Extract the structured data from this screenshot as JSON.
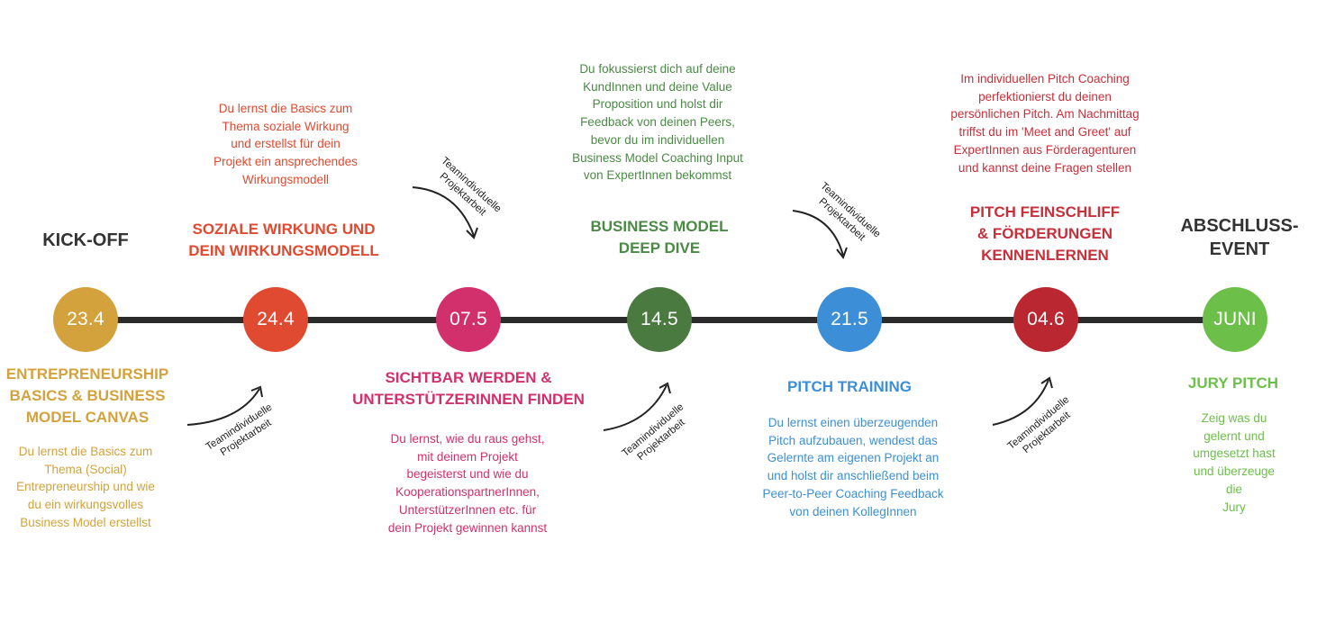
{
  "milestones": [
    {
      "date": "23.4",
      "color": "#D4A23C",
      "title": "ENTREPRENEURSHIP\nBASICS & BUSINESS\nMODEL CANVAS",
      "title_color": "#D4A23C",
      "desc": "Du lernst die Basics zum\nThema (Social)\nEntrepreneurship und wie\ndu ein wirkungsvolles\nBusiness Model erstellst",
      "desc_color": "#D4A23C"
    },
    {
      "date": "24.4",
      "color": "#E04A30",
      "title": "SOZIALE WIRKUNG UND\nDEIN WIRKUNGSMODELL",
      "title_color": "#E04A30",
      "desc": "Du lernst die Basics zum\nThema soziale Wirkung\nund erstellst für dein\nProjekt ein ansprechendes\nWirkungsmodell",
      "desc_color": "#E04A30"
    },
    {
      "date": "07.5",
      "color": "#D1306D",
      "title": "SICHTBAR WERDEN &\nUNTERSTÜTZERINNEN FINDEN",
      "title_color": "#D1306D",
      "desc": "Du lernst, wie du raus gehst,\nmit deinem Projekt\nbegeisterst und wie du\nKooperationspartnerInnen,\nUnterstützerInnen etc. für\ndein Projekt gewinnen kannst",
      "desc_color": "#D1306D"
    },
    {
      "date": "14.5",
      "color": "#4A7A40",
      "title": "BUSINESS MODEL\nDEEP DIVE",
      "title_color": "#4A8A45",
      "desc": "Du fokussierst dich auf deine\nKundInnen und deine Value\nProposition und holst dir\nFeedback von deinen Peers,\nbevor du im individuellen\nBusiness Model Coaching Input\nvon ExpertInnen bekommst",
      "desc_color": "#4A8A45"
    },
    {
      "date": "21.5",
      "color": "#3C8FD6",
      "title": "PITCH TRAINING",
      "title_color": "#3C8FD6",
      "desc": "Du lernst einen überzeugenden\nPitch aufzubauen, wendest das\nGelernte am eigenen Projekt an\nund holst dir anschließend beim\nPeer-to-Peer Coaching Feedback\nvon deinen KollegInnen",
      "desc_color": "#3C8FD6"
    },
    {
      "date": "04.6",
      "color": "#BA2730",
      "title": "PITCH FEINSCHLIFF\n& FÖRDERUNGEN\nKENNENLERNEN",
      "title_color": "#C6303A",
      "desc": "Im individuellen Pitch Coaching\nperfektionierst du deinen\npersönlichen Pitch. Am Nachmittag\ntriffst du im 'Meet and Greet' auf\nExpertInnen aus Förderagenturen\nund kannst deine Fragen stellen",
      "desc_color": "#C6303A"
    },
    {
      "date": "JUNI",
      "color": "#6CC04A",
      "title": "JURY PITCH",
      "title_color": "#6CC04A",
      "desc": "Zeig was du\ngelernt und\numgesetzt hast\nund überzeuge die\nJury",
      "desc_color": "#6CC04A"
    }
  ],
  "kickoff_label": "KICK-OFF",
  "abschluss_label": "ABSCHLUSS-\nEVENT",
  "heading_color": "#333333",
  "line_color": "#2b2b2b",
  "teamwork_label": "Teamindividuelle\nProjektarbeit"
}
